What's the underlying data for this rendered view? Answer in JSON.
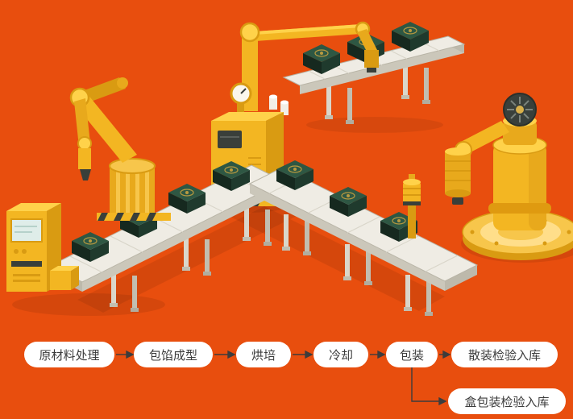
{
  "page": {
    "background_color": "#E84E0E",
    "description": "Isometric food production line illustration with process flowchart"
  },
  "illustration": {
    "name": "production-line",
    "colors": {
      "background": "#E84E0E",
      "machine_yellow": "#F3B622",
      "machine_yellow_light": "#FFD24A",
      "machine_yellow_dark": "#D99B12",
      "machine_yellow_deep": "#E8A91C",
      "belt_top": "#EFECE4",
      "belt_side": "#CBC7BA",
      "leg_gray": "#DAD6CA",
      "product_box_top": "#2E5743",
      "product_box_front": "#16291F",
      "product_box_side": "#1F3A2D",
      "emblem_gold": "#C9A240",
      "detail_dark": "#3A3F3A"
    },
    "elements": [
      "control-cabinet",
      "robot-arm-left",
      "conveyor-left",
      "oven-machine",
      "gantry-robot",
      "conveyor-top-right",
      "conveyor-bottom-right",
      "sealer-device",
      "rotary-platform",
      "robot-arm-right",
      "product-boxes"
    ]
  },
  "flow": {
    "pill_bg": "#FFFFFF",
    "text_color": "#3C3C3C",
    "arrow_color": "#3C3C3C",
    "arrow_icon": "→",
    "steps": [
      {
        "id": "raw-material",
        "label": "原材料处理"
      },
      {
        "id": "filling-forming",
        "label": "包馅成型"
      },
      {
        "id": "baking",
        "label": "烘培"
      },
      {
        "id": "cooling",
        "label": "冷却"
      },
      {
        "id": "packaging",
        "label": "包装"
      },
      {
        "id": "bulk-inspection",
        "label": "散装检验入库"
      },
      {
        "id": "boxed-inspection",
        "label": "盒包装检验入库"
      }
    ],
    "branch": {
      "from_id": "packaging",
      "to_id": "boxed-inspection"
    }
  }
}
